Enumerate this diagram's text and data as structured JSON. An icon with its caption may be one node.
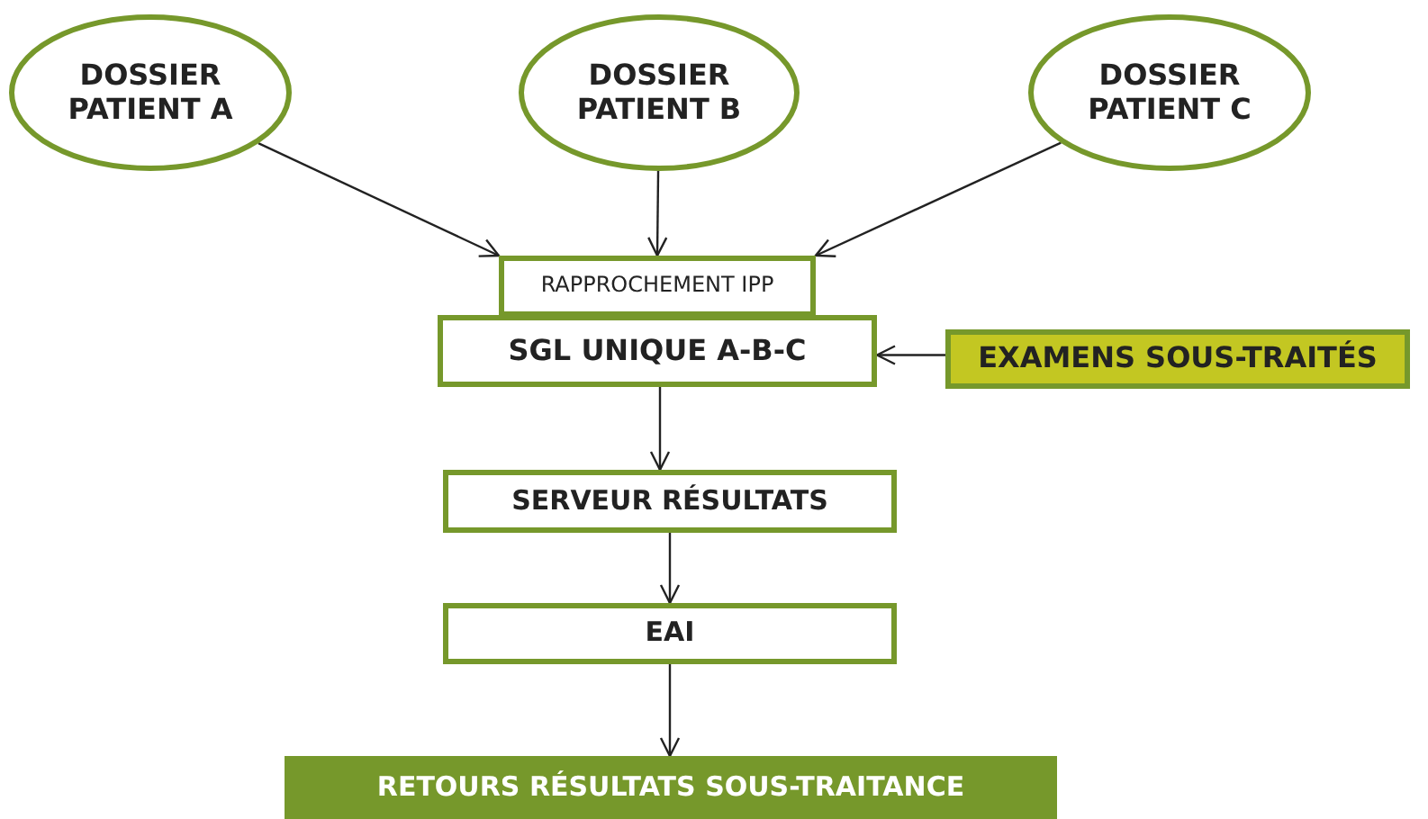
{
  "diagram": {
    "nodes": [
      {
        "text": [
          "DOSSIER PATIENT A"
        ]
      },
      {
        "text": [
          "DOSSIER PATIENT B"
        ]
      },
      {
        "text": [
          "DOSSIER PATIENT C"
        ]
      },
      {
        "text": [
          "RAPPROCHEMENT IPP"
        ]
      },
      {
        "text": [
          "SGL UNIQUE A-B-C"
        ]
      },
      {
        "text": [
          "EXAMENS SOUS-TRAITÉS"
        ]
      },
      {
        "text": [
          "SERVEUR RÉSULTATS"
        ]
      },
      {
        "text": [
          "EAI"
        ]
      },
      {
        "text": [
          "RETOURS RÉSULTATS SOUS-TRAITANCE"
        ]
      }
    ],
    "edges": [
      {
        "from": 0,
        "to": 3,
        "arrow": "to"
      },
      {
        "from": 1,
        "to": 3,
        "arrow": "to"
      },
      {
        "from": 2,
        "to": 3,
        "arrow": "to"
      },
      {
        "from": 5,
        "to": 4,
        "arrow": "to"
      },
      {
        "from": 4,
        "to": 6,
        "arrow": "to"
      },
      {
        "from": 6,
        "to": 7,
        "arrow": "to"
      },
      {
        "from": 7,
        "to": 8,
        "arrow": "to"
      }
    ]
  }
}
